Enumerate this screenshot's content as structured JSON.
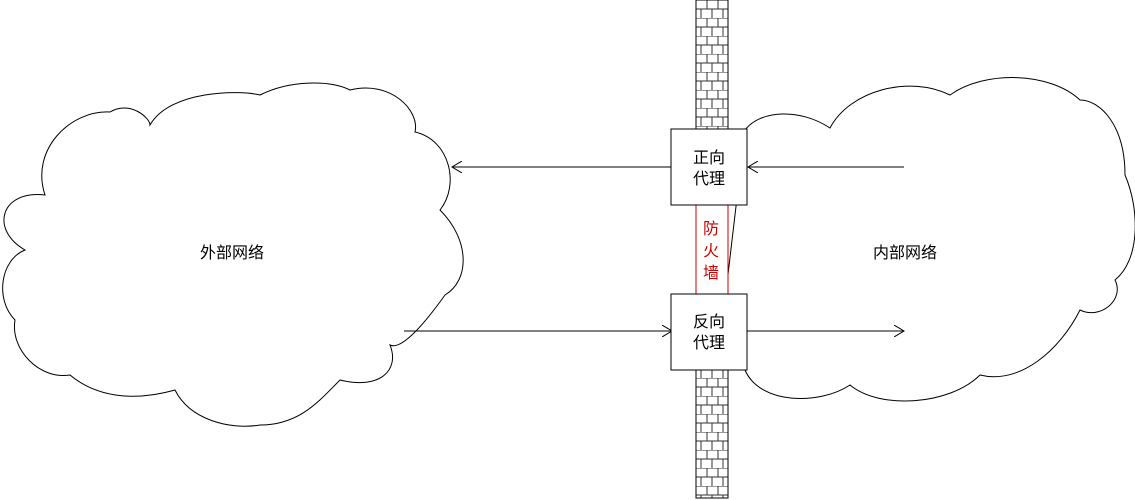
{
  "external_network": {
    "label": "外部网络"
  },
  "internal_network": {
    "label": "内部网络"
  },
  "forward_proxy": {
    "line1": "正向",
    "line2": "代理"
  },
  "reverse_proxy": {
    "line1": "反向",
    "line2": "代理"
  },
  "firewall": {
    "line1": "防",
    "line2": "火",
    "line3": "墙"
  },
  "colors": {
    "firewall": "#cc0000",
    "stroke": "#000000",
    "brick_stroke": "#333333"
  }
}
